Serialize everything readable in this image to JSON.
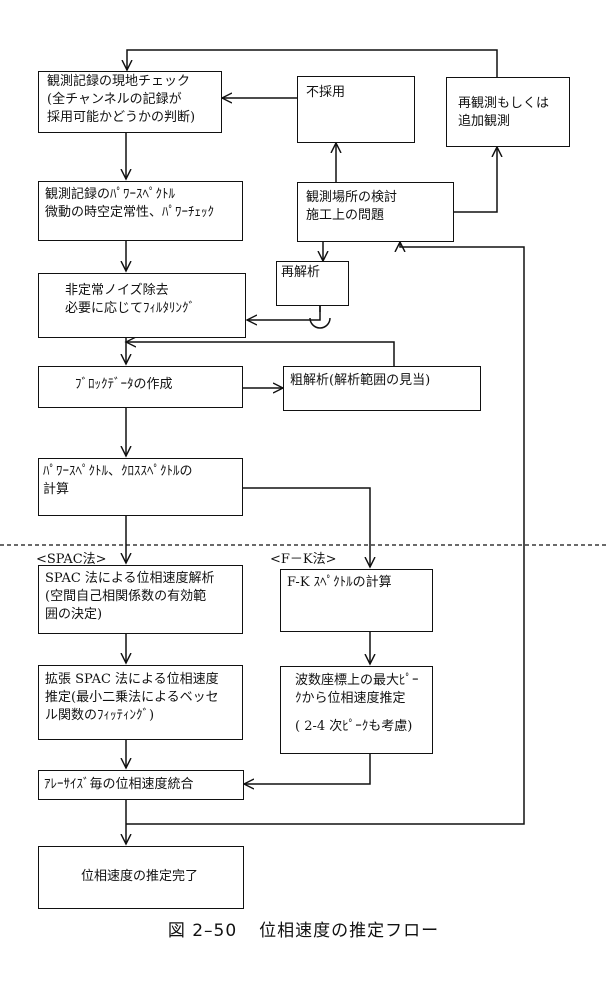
{
  "boxes": {
    "b1": {
      "lines": [
        "観測記録の現地チェック",
        "(全チャンネルの記録が",
        "採用可能かどうかの判断)"
      ]
    },
    "b2": {
      "lines": [
        "観測記録のﾊﾟﾜｰｽﾍﾟｸﾄﾙ",
        "微動の時空定常性、ﾊﾟﾜｰﾁｪｯｸ"
      ]
    },
    "b3": {
      "lines": [
        "非定常ノイズ除去",
        "必要に応じてﾌｨﾙﾀﾘﾝｸﾞ"
      ]
    },
    "b4": {
      "lines": [
        "ﾌﾞﾛｯｸﾃﾞｰﾀの作成"
      ]
    },
    "b5": {
      "lines": [
        "ﾊﾟﾜｰｽﾍﾟｸﾄﾙ、ｸﾛｽｽﾍﾟｸﾄﾙの",
        "計算"
      ]
    },
    "b6": {
      "lines": [
        "SPAC 法による位相速度解析",
        "(空間自己相関係数の有効範",
        "囲の決定)"
      ]
    },
    "b7": {
      "lines": [
        "拡張 SPAC 法による位相速度",
        "推定(最小二乗法によるベッセ",
        "ル関数のﾌｨｯﾃｨﾝｸﾞ)"
      ]
    },
    "b8": {
      "lines": [
        "ｱﾚｰｻｲｽﾞ毎の位相速度統合"
      ]
    },
    "b9": {
      "lines": [
        "位相速度の推定完了"
      ]
    },
    "b10": {
      "lines": [
        "不採用"
      ]
    },
    "b11": {
      "lines": [
        "再観測もしくは",
        "追加観測"
      ]
    },
    "b12": {
      "lines": [
        "観測場所の検討",
        "施工上の問題"
      ]
    },
    "b13": {
      "lines": [
        "再解析"
      ]
    },
    "b14": {
      "lines": [
        "粗解析(解析範囲の見当)"
      ]
    },
    "b15": {
      "lines": [
        "F-K ｽﾍﾟｸﾄﾙの計算"
      ]
    },
    "b16": {
      "lines": [
        "波数座標上の最大ﾋﾟｰ",
        "ｸから位相速度推定",
        "",
        "( 2-4 次ﾋﾟｰｸも考慮)"
      ]
    }
  },
  "labels": {
    "spac": "<SPAC法>",
    "fk": "<F－K法>"
  },
  "caption": {
    "number": "図 2–50",
    "title": "位相速度の推定フロー"
  }
}
